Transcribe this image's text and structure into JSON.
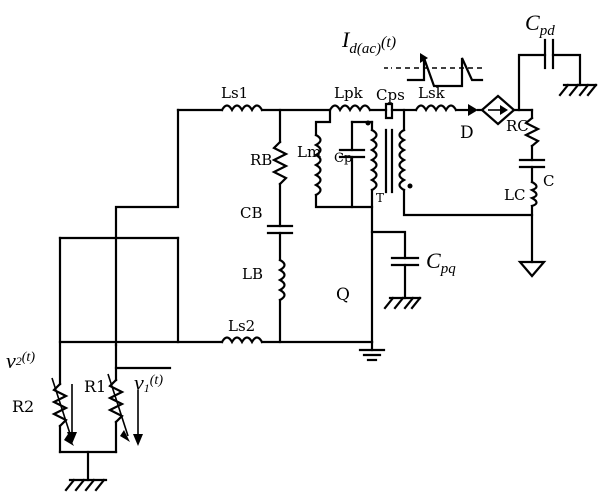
{
  "labels": {
    "ls1": "Ls1",
    "lpk": "Lpk",
    "cps": "Cps",
    "lsk": "Lsk",
    "d": "D",
    "rb": "RB",
    "lm": "Lm",
    "cp": "Cp",
    "t": "T",
    "rc": "RC",
    "c": "C",
    "lc": "LC",
    "cb": "CB",
    "lb": "LB",
    "q": "Q",
    "ls2": "Ls2",
    "r1": "R1",
    "r2": "R2"
  },
  "symbols": {
    "id_main": "I",
    "id_sub": "d(ac)",
    "id_tail": "(t)",
    "cpd_main": "C",
    "cpd_sub": "pd",
    "cpq_main": "C",
    "cpq_sub": "pq",
    "v2_main": "v",
    "v2_sub": "2",
    "v2_tail": "(t)",
    "v1_main": "v",
    "v1_sub": "1",
    "v1_tail": "(t)"
  }
}
